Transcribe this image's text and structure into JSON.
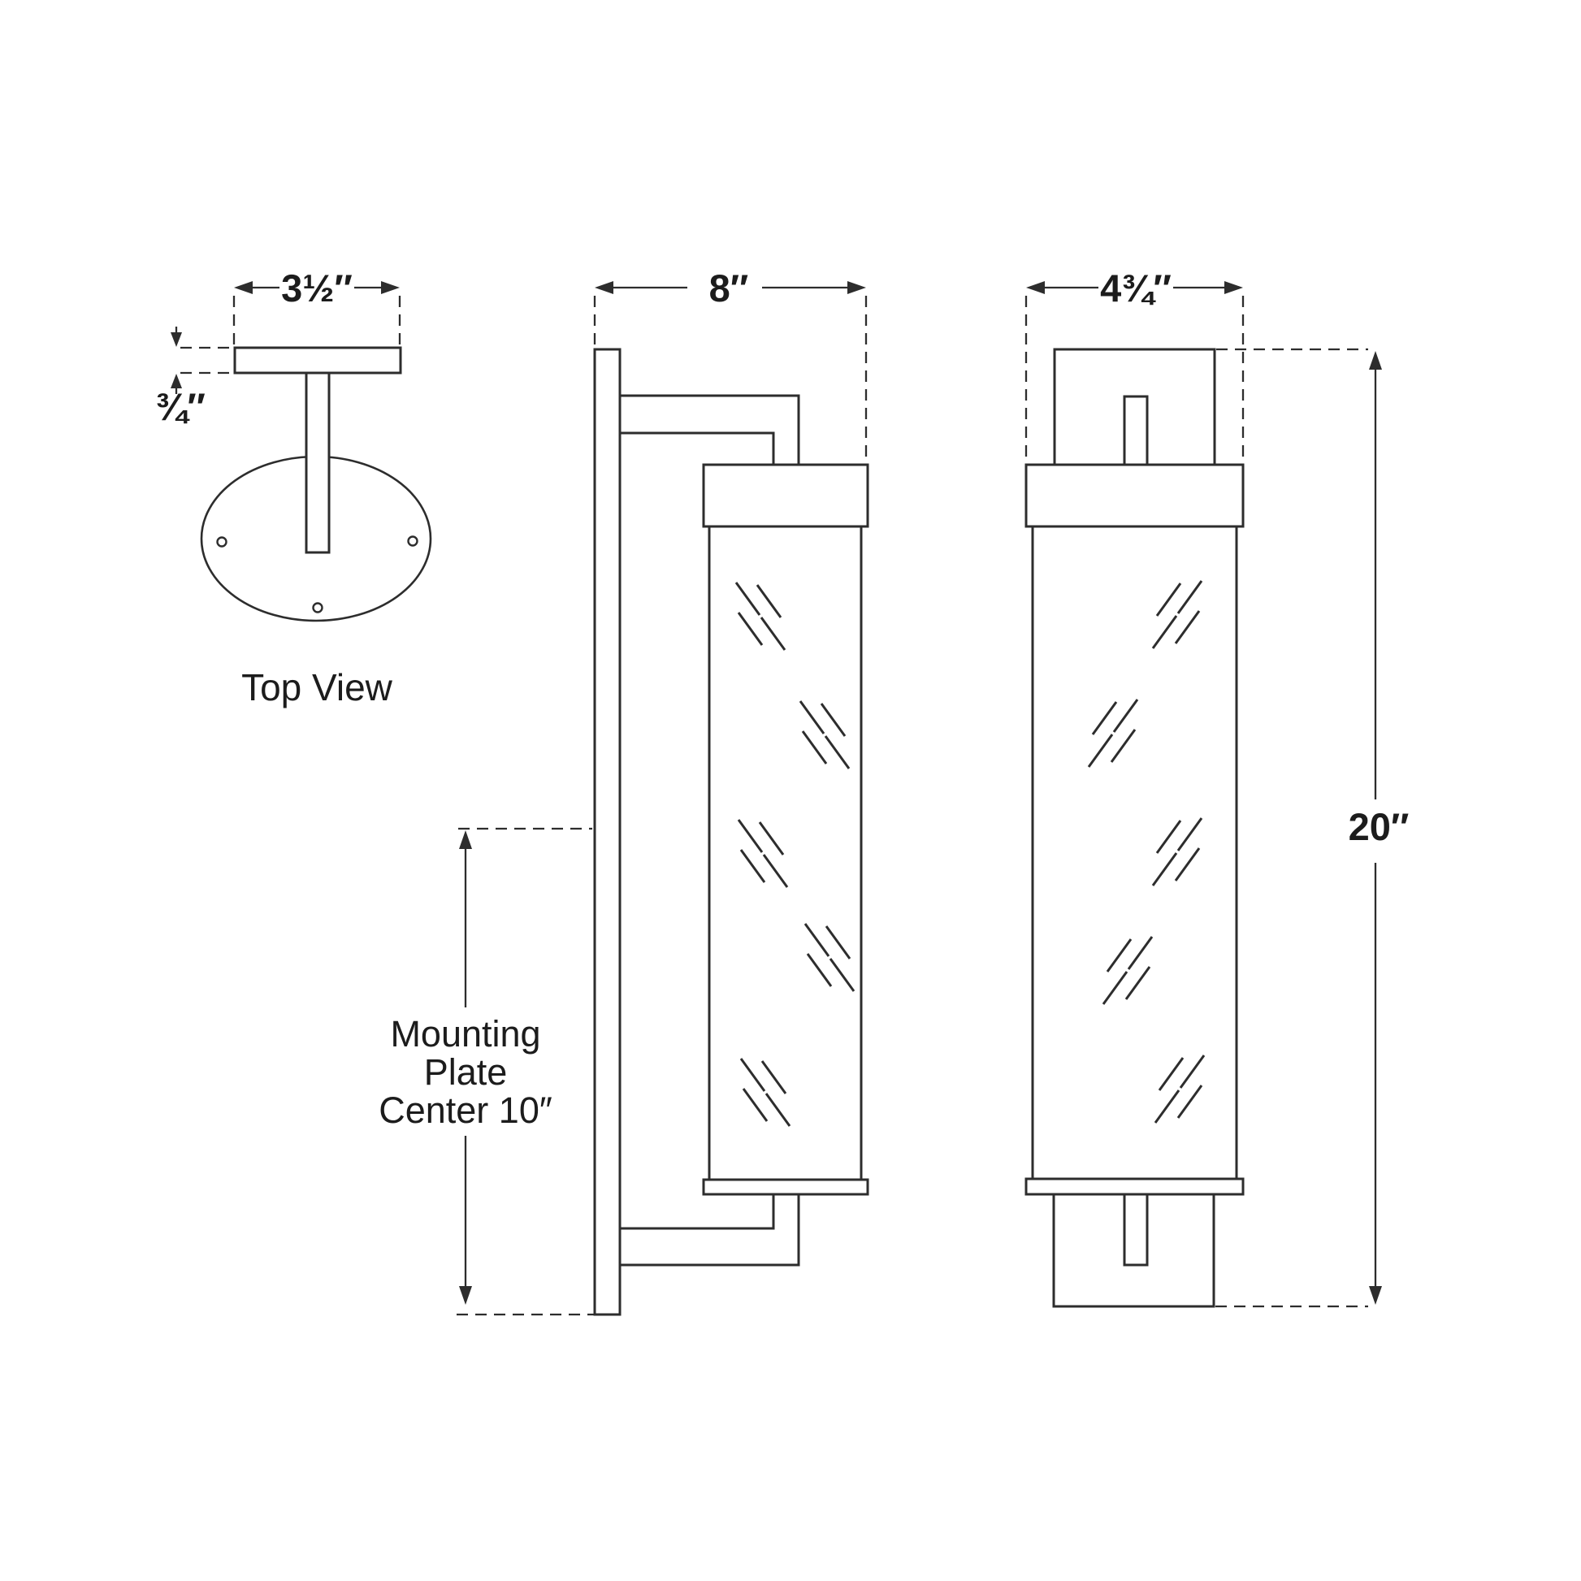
{
  "colors": {
    "line": "#2d2d2d",
    "text": "#1c1c1c",
    "background": "#ffffff"
  },
  "top_view": {
    "width_label": "3½″",
    "thickness_label": "¾″",
    "caption": "Top View"
  },
  "side_view": {
    "depth_label": "8″",
    "mounting_label_line1": "Mounting",
    "mounting_label_line2": "Plate",
    "mounting_label_line3": "Center 10″"
  },
  "front_view": {
    "width_label": "4¾″",
    "height_label": "20″"
  }
}
